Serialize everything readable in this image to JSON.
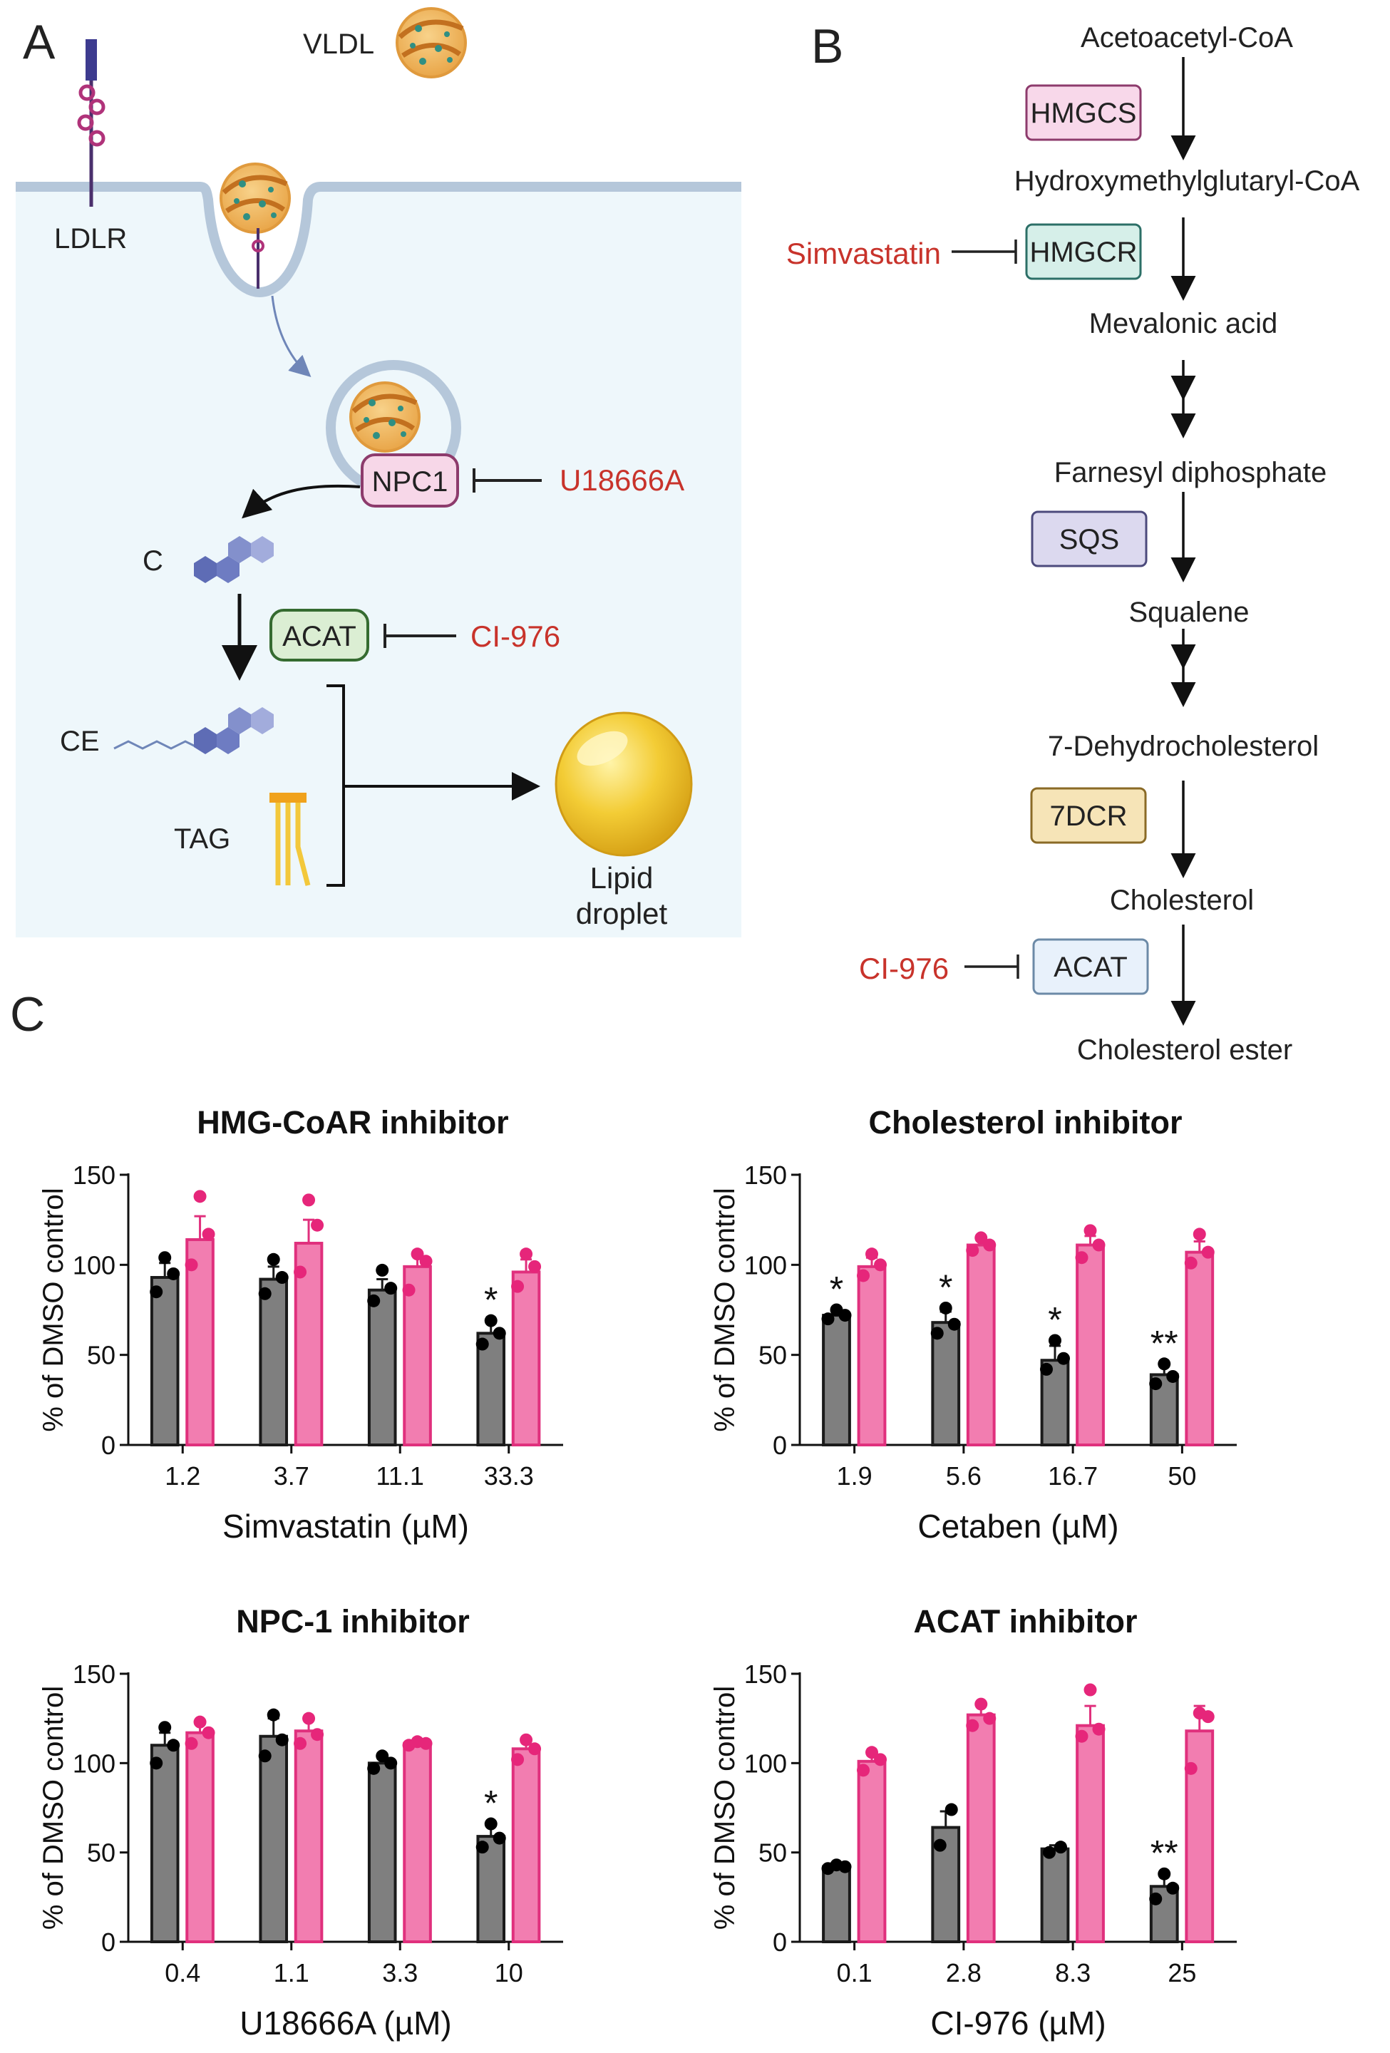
{
  "panels": {
    "a": "A",
    "b": "B",
    "c": "C"
  },
  "colors": {
    "gray_bar": "#7f7f7f",
    "pink_bar": "#f27db0",
    "dot_gray": "#000000",
    "dot_pink": "#e6267a",
    "red_text": "#c8332b",
    "cell_bg": "#eef7fb"
  },
  "panel_a": {
    "vldl": "VLDL",
    "ldlr": "LDLR",
    "npc1": "NPC1",
    "u18666a": "U18666A",
    "c": "C",
    "acat": "ACAT",
    "ci976": "CI-976",
    "ce": "CE",
    "tag": "TAG",
    "lipid_line1": "Lipid",
    "lipid_line2": "droplet"
  },
  "panel_b": {
    "steps": [
      "Acetoacetyl-CoA",
      "Hydroxymethylglutaryl-CoA",
      "Mevalonic acid",
      "Farnesyl diphosphate",
      "Squalene",
      "7-Dehydrocholesterol",
      "Cholesterol",
      "Cholesterol ester"
    ],
    "enzymes": [
      "HMGCS",
      "HMGCR",
      "SQS",
      "7DCR",
      "ACAT"
    ],
    "simvastatin": "Simvastatin",
    "ci976": "CI-976"
  },
  "chart_data": [
    {
      "type": "bar",
      "title": "HMG-CoAR inhibitor",
      "xlabel": "Simvastatin (µM)",
      "ylabel": "% of DMSO control",
      "ylim": [
        0,
        150
      ],
      "yticks": [
        0,
        50,
        100,
        150
      ],
      "categories": [
        "1.2",
        "3.7",
        "11.1",
        "33.3"
      ],
      "series": [
        {
          "values": [
            93,
            92,
            86,
            62
          ],
          "sem": [
            8,
            7,
            6,
            6
          ],
          "points": [
            [
              85,
              95,
              104
            ],
            [
              84,
              93,
              103
            ],
            [
              80,
              87,
              97
            ],
            [
              56,
              62,
              69
            ]
          ]
        },
        {
          "values": [
            114,
            112,
            99,
            96
          ],
          "sem": [
            13,
            13,
            8,
            7
          ],
          "points": [
            [
              100,
              117,
              138
            ],
            [
              96,
              122,
              136
            ],
            [
              86,
              102,
              106
            ],
            [
              88,
              99,
              106
            ]
          ]
        }
      ],
      "annotations": [
        "",
        "",
        "",
        "*"
      ]
    },
    {
      "type": "bar",
      "title": "Cholesterol inhibitor",
      "xlabel": "Cetaben (µM)",
      "ylabel": "% of DMSO control",
      "ylim": [
        0,
        150
      ],
      "yticks": [
        0,
        50,
        100,
        150
      ],
      "categories": [
        "1.9",
        "5.6",
        "16.7",
        "50"
      ],
      "series": [
        {
          "values": [
            72,
            68,
            47,
            39
          ],
          "sem": [
            3,
            6,
            8,
            5
          ],
          "points": [
            [
              70,
              72,
              75
            ],
            [
              62,
              67,
              76
            ],
            [
              42,
              48,
              58
            ],
            [
              34,
              38,
              45
            ]
          ]
        },
        {
          "values": [
            99,
            111,
            111,
            107
          ],
          "sem": [
            5,
            3,
            5,
            6
          ],
          "points": [
            [
              94,
              100,
              106
            ],
            [
              108,
              111,
              115
            ],
            [
              104,
              111,
              119
            ],
            [
              101,
              107,
              117
            ]
          ]
        }
      ],
      "annotations": [
        "*",
        "*",
        "*",
        "**"
      ]
    },
    {
      "type": "bar",
      "title": "NPC-1 inhibitor",
      "xlabel": "U18666A (µM)",
      "ylabel": "% of DMSO control",
      "ylim": [
        0,
        150
      ],
      "yticks": [
        0,
        50,
        100,
        150
      ],
      "categories": [
        "0.4",
        "1.1",
        "3.3",
        "10"
      ],
      "series": [
        {
          "values": [
            110,
            115,
            100,
            59
          ],
          "sem": [
            7,
            10,
            3,
            6
          ],
          "points": [
            [
              100,
              110,
              120
            ],
            [
              104,
              113,
              127
            ],
            [
              97,
              100,
              104
            ],
            [
              53,
              58,
              66
            ]
          ]
        },
        {
          "values": [
            117,
            118,
            111,
            108
          ],
          "sem": [
            7,
            8,
            1,
            4
          ],
          "points": [
            [
              111,
              117,
              123
            ],
            [
              111,
              116,
              125
            ],
            [
              110,
              111,
              112
            ],
            [
              102,
              108,
              113
            ]
          ]
        }
      ],
      "annotations": [
        "",
        "",
        "",
        "*"
      ]
    },
    {
      "type": "bar",
      "title": "ACAT inhibitor",
      "xlabel": "CI-976 (µM)",
      "ylabel": "% of DMSO control",
      "ylim": [
        0,
        150
      ],
      "yticks": [
        0,
        50,
        100,
        150
      ],
      "categories": [
        "0.1",
        "2.8",
        "8.3",
        "25"
      ],
      "series": [
        {
          "values": [
            42,
            64,
            52,
            31
          ],
          "sem": [
            2,
            9,
            2,
            7
          ],
          "points": [
            [
              41,
              42,
              43
            ],
            [
              54,
              74
            ],
            [
              50,
              53
            ],
            [
              24,
              30,
              38
            ]
          ]
        },
        {
          "values": [
            101,
            127,
            121,
            118
          ],
          "sem": [
            5,
            6,
            11,
            14
          ],
          "points": [
            [
              96,
              102,
              106
            ],
            [
              121,
              125,
              133
            ],
            [
              115,
              119,
              141
            ],
            [
              97,
              126,
              128
            ]
          ]
        }
      ],
      "annotations": [
        "",
        "",
        "",
        "**"
      ]
    }
  ]
}
